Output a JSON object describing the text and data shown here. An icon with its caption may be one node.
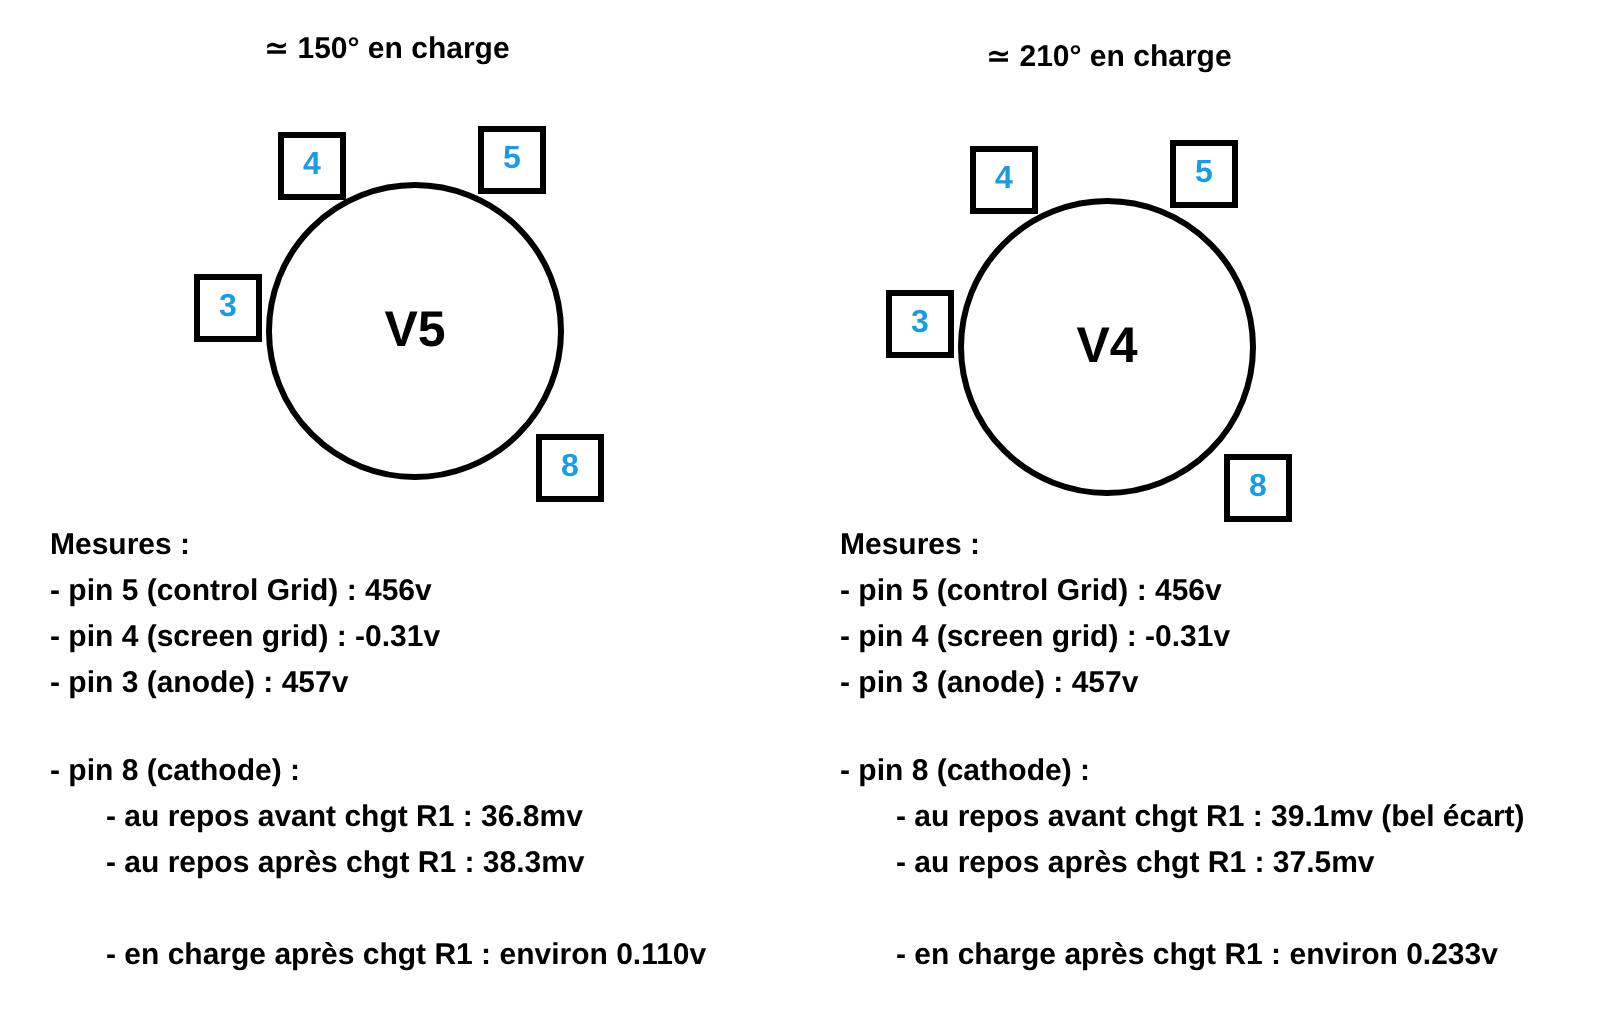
{
  "diagram": {
    "nodes": [
      {
        "text": [
          "V5"
        ]
      },
      {
        "text": [
          "4"
        ]
      },
      {
        "text": [
          "5"
        ]
      },
      {
        "text": [
          "3"
        ]
      },
      {
        "text": [
          "8"
        ]
      },
      {
        "text": [
          "V4"
        ]
      },
      {
        "text": [
          "4"
        ]
      },
      {
        "text": [
          "5"
        ]
      },
      {
        "text": [
          "3"
        ]
      },
      {
        "text": [
          "8"
        ]
      }
    ],
    "labels": [
      "≃ 150° en charge",
      "≃ 210° en charge",
      "Mesures :",
      "- pin 5 (control Grid) : 456v",
      "- pin 4 (screen grid) : -0.31v",
      "- pin 3 (anode) : 457v",
      "- pin 8 (cathode) :",
      "- au repos avant chgt R1 : 36.8mv",
      "- au repos après chgt R1 : 38.3mv",
      "- en charge après chgt R1 : environ 0.110v",
      "Mesures :",
      "- pin 5 (control Grid) : 456v",
      "- pin 4 (screen grid) : -0.31v",
      "- pin 3 (anode) : 457v",
      "- pin 8 (cathode) :",
      "- au repos avant chgt R1 : 39.1mv (bel écart)",
      "- au repos après chgt R1 : 37.5mv",
      "- en charge après chgt R1 : environ 0.233v"
    ]
  }
}
